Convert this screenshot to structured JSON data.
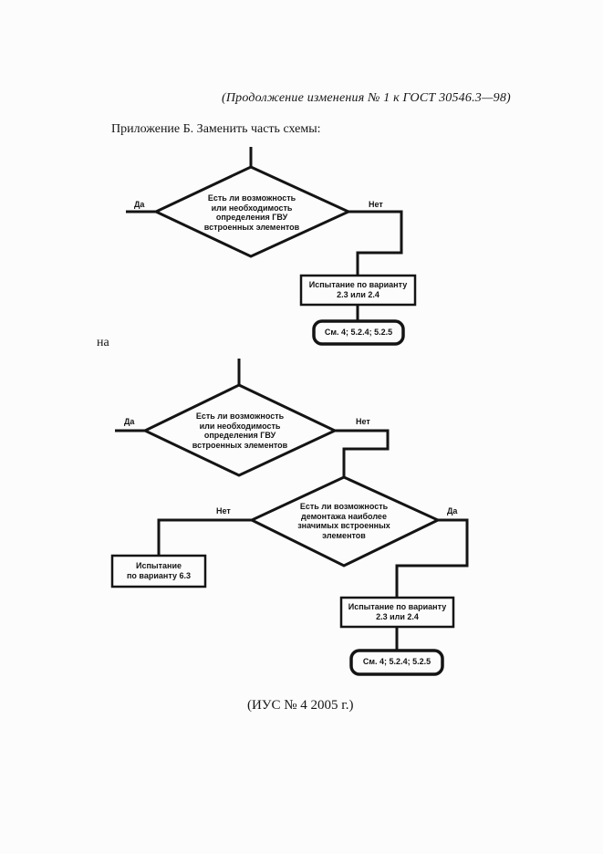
{
  "page": {
    "header": "(Продолжение изменения № 1 к ГОСТ  30546.3—98)",
    "intro": "Приложение Б. Заменить часть схемы:",
    "connector_word": "на",
    "footer": "(ИУС № 4 2005 г.)"
  },
  "colors": {
    "ink": "#141414",
    "background": "#fcfcfc"
  },
  "chart1": {
    "yes_label": "Да",
    "no_label": "Нет",
    "decision": {
      "l1": "Есть ли возможность",
      "l2": "или необходимость",
      "l3": "определения ГВУ",
      "l4": "встроенных элементов"
    },
    "process": {
      "l1": "Испытание по варианту",
      "l2": "2.3 или 2.4"
    },
    "terminator": "См. 4; 5.2.4; 5.2.5"
  },
  "chart2": {
    "decision1": {
      "l1": "Есть ли возможность",
      "l2": "или необходимость",
      "l3": "определения ГВУ",
      "l4": "встроенных элементов"
    },
    "decision1_yes": "Да",
    "decision1_no": "Нет",
    "decision2": {
      "l1": "Есть ли возможность",
      "l2": "демонтажа наиболее",
      "l3": "значимых встроенных",
      "l4": "элементов"
    },
    "decision2_yes": "Да",
    "decision2_no": "Нет",
    "process_left": {
      "l1": "Испытание",
      "l2": "по варианту 6.3"
    },
    "process_right": {
      "l1": "Испытание по варианту",
      "l2": "2.3 или 2.4"
    },
    "terminator": "См. 4; 5.2.4; 5.2.5"
  }
}
